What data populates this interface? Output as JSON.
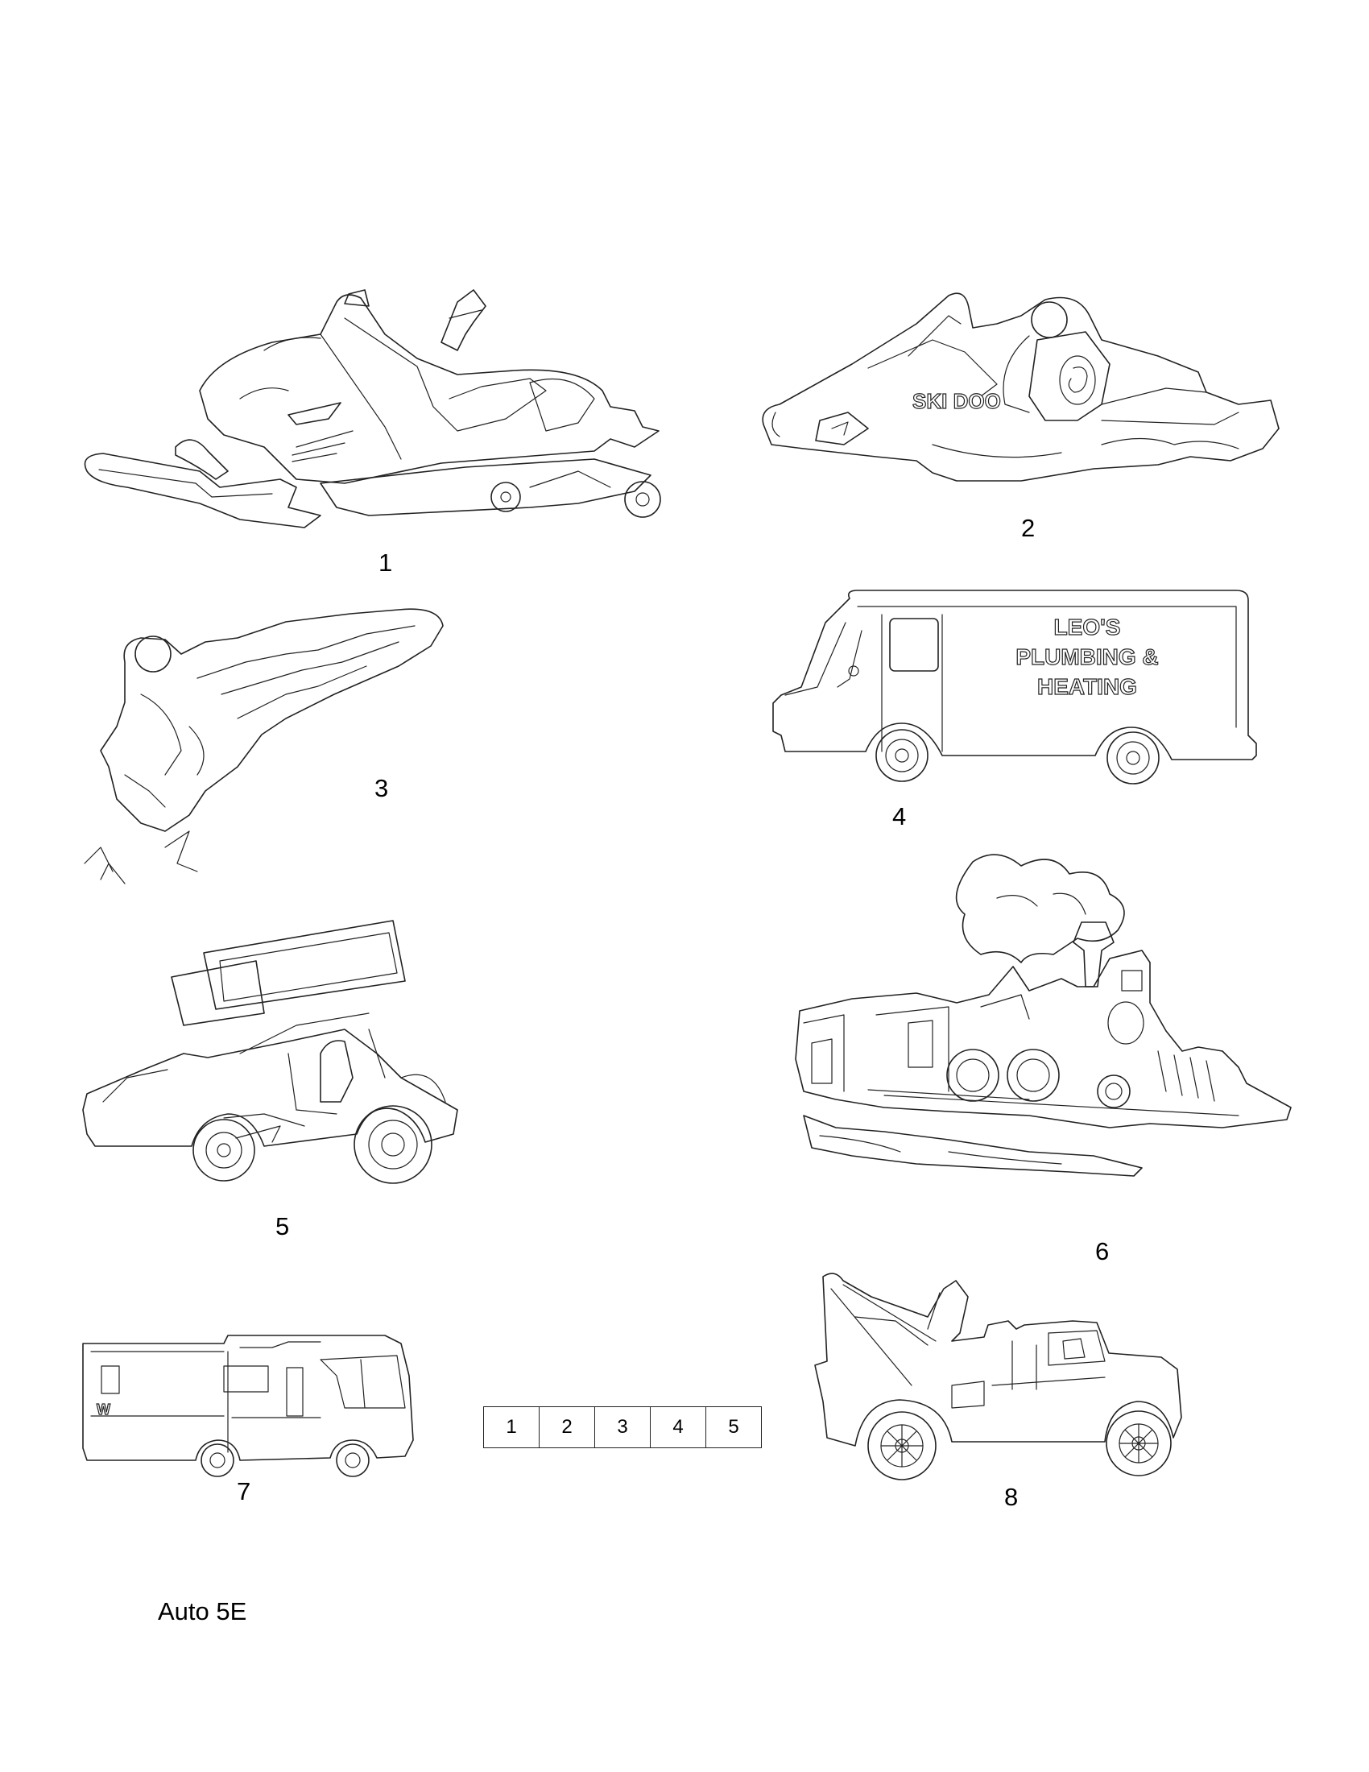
{
  "figures": [
    {
      "number": "1",
      "subject": "snowmobile-side"
    },
    {
      "number": "2",
      "subject": "snowmobile-rider",
      "text": "SKI DOO"
    },
    {
      "number": "3",
      "subject": "snowmobile-jump"
    },
    {
      "number": "4",
      "subject": "delivery-truck",
      "text_lines": [
        "LEO'S",
        "PLUMBING &",
        "HEATING"
      ]
    },
    {
      "number": "5",
      "subject": "sprint-car"
    },
    {
      "number": "6",
      "subject": "steam-locomotive"
    },
    {
      "number": "7",
      "subject": "motorhome",
      "text": "W"
    },
    {
      "number": "8",
      "subject": "tow-truck"
    }
  ],
  "scale_cells": [
    "1",
    "2",
    "3",
    "4",
    "5"
  ],
  "page_code": "Auto 5E",
  "outline_color": "#222222"
}
